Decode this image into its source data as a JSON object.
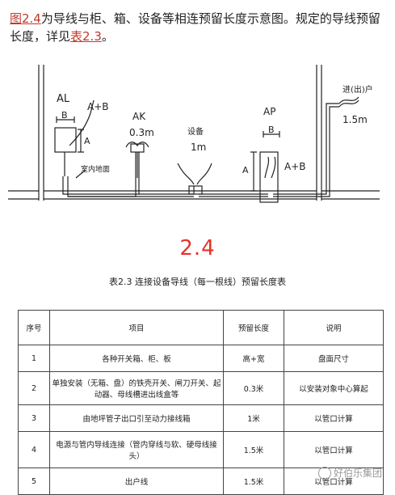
{
  "intro": {
    "fig_ref": "图2.4",
    "text1": "为导线与柜、箱、设备等相连预留长度示意图。规定的导线预留长度，详见",
    "table_ref": "表2.3",
    "text2": "。"
  },
  "diagram": {
    "al_label": "AL",
    "al_ab": "A+B",
    "al_b": "B",
    "al_a": "A",
    "floor_label": "室内地面",
    "ak_label": "AK",
    "ak_len": "0.3m",
    "device_label": "设备",
    "device_len": "1m",
    "ap_label": "AP",
    "ap_b": "B",
    "ap_a": "A",
    "ap_ab": "A+B",
    "inout_label": "进(出)户",
    "inout_len": "1.5m"
  },
  "figure_label": "2.4",
  "table": {
    "title": "表2.3    连接设备导线（每一根线）预留长度表",
    "headers": [
      "序号",
      "项目",
      "预留长度",
      "说明"
    ],
    "rows": [
      [
        "1",
        "各种开关箱、柜、板",
        "高+宽",
        "盘面尺寸"
      ],
      [
        "2",
        "单独安装（无箱、盘）的铁壳开关、闸刀开关、起动器、母线槽进出线盒等",
        "0.3米",
        "以安装对象中心算起"
      ],
      [
        "3",
        "由地坪管子出口引至动力接线箱",
        "1米",
        "以管口计算"
      ],
      [
        "4",
        "电源与管内导线连接（管内穿线与软、硬母线接头）",
        "1.5米",
        "以管口计算"
      ],
      [
        "5",
        "出户线",
        "1.5米",
        "以管口计算"
      ]
    ]
  },
  "watermark": "好伯乐集团"
}
